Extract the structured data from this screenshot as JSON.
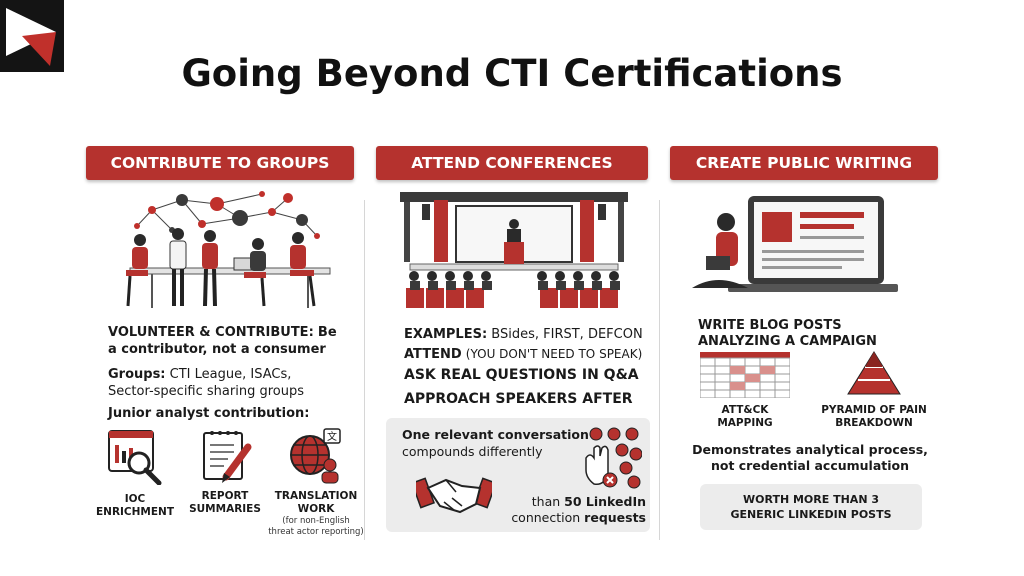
{
  "title": "Going Beyond CTI Certifications",
  "colors": {
    "accent": "#b5322e",
    "dark": "#1a1a1a",
    "panel": "#ececec"
  },
  "columns": {
    "groups": {
      "banner": "CONTRIBUTE TO GROUPS",
      "volunteer_head": "VOLUNTEER & CONTRIBUTE:",
      "volunteer_line1": "Be",
      "volunteer_line2": "a contributor, not a consumer",
      "groups_head": "Groups:",
      "groups_line1": "CTI League, ISACs,",
      "groups_line2": "Sector-specific sharing groups",
      "junior": "Junior analyst contribution:",
      "items": [
        {
          "icon": "ioc-enrichment-icon",
          "line1": "IOC",
          "line2": "ENRICHMENT"
        },
        {
          "icon": "report-summaries-icon",
          "line1": "REPORT",
          "line2": "SUMMARIES"
        },
        {
          "icon": "translation-icon",
          "line1": "TRANSLATION",
          "line2": "WORK",
          "note1": "(for non-English",
          "note2": "threat actor reporting)"
        }
      ]
    },
    "conferences": {
      "banner": "ATTEND CONFERENCES",
      "examples_head": "EXAMPLES:",
      "examples_list": "BSides, FIRST, DEFCON",
      "attend_head": "ATTEND",
      "attend_note": "(YOU DON'T NEED TO SPEAK)",
      "ask": "ASK REAL QUESTIONS IN Q&A",
      "approach": "APPROACH SPEAKERS AFTER",
      "box_head": "One relevant conversation",
      "box_sub": "compounds differently",
      "than": "than",
      "linkedin_count": "50 LinkedIn",
      "connection": "connection",
      "requests": "requests"
    },
    "writing": {
      "banner": "CREATE PUBLIC WRITING",
      "blog_line1": "WRITE BLOG POSTS",
      "blog_line2": "ANALYZING A CAMPAIGN",
      "attck_line1": "ATT&CK",
      "attck_line2": "MAPPING",
      "pyramid_line1": "PYRAMID OF PAIN",
      "pyramid_line2": "BREAKDOWN",
      "demo_line1": "Demonstrates analytical process,",
      "demo_line2": "not credential accumulation",
      "worth_line1": "WORTH MORE THAN 3",
      "worth_line2": "GENERIC LINKEDIN POSTS"
    }
  }
}
